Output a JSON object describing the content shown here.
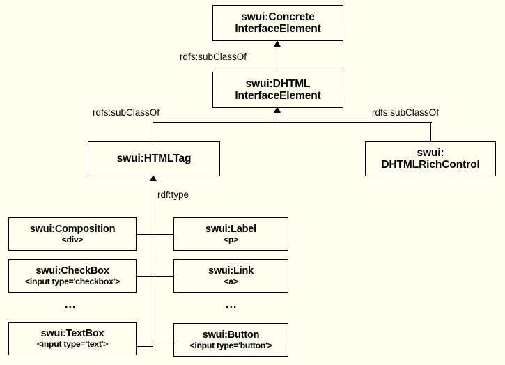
{
  "diagram": {
    "title": "swui ontology interface element hierarchy",
    "background_color": "#fffff0",
    "line_color": "#000000",
    "text_color": "#000000"
  },
  "classes": {
    "concrete_interface_element": {
      "line1": "swui:Concrete",
      "line2": "InterfaceElement"
    },
    "dhtml_interface_element": {
      "line1": "swui:DHTML",
      "line2": "InterfaceElement"
    },
    "html_tag": {
      "line1": "swui:HTMLTag",
      "line2": ""
    },
    "dhtml_rich_control": {
      "line1": "swui:",
      "line2": "DHTMLRichControl"
    }
  },
  "instances": {
    "composition": {
      "name": "swui:Composition",
      "tag": "<div>"
    },
    "checkbox": {
      "name": "swui:CheckBox",
      "tag": "<input type='checkbox'>"
    },
    "textbox": {
      "name": "swui:TextBox",
      "tag": "<input type='text'>"
    },
    "label": {
      "name": "swui:Label",
      "tag": "<p>"
    },
    "link": {
      "name": "swui:Link",
      "tag": "<a>"
    },
    "button": {
      "name": "swui:Button",
      "tag": "<input type='button'>"
    }
  },
  "edge_labels": {
    "subclass_top": "rdfs:subClassOf",
    "subclass_left": "rdfs:subClassOf",
    "subclass_right": "rdfs:subClassOf",
    "rdf_type": "rdf:type"
  },
  "ellipsis": {
    "left": "...",
    "right": "..."
  }
}
